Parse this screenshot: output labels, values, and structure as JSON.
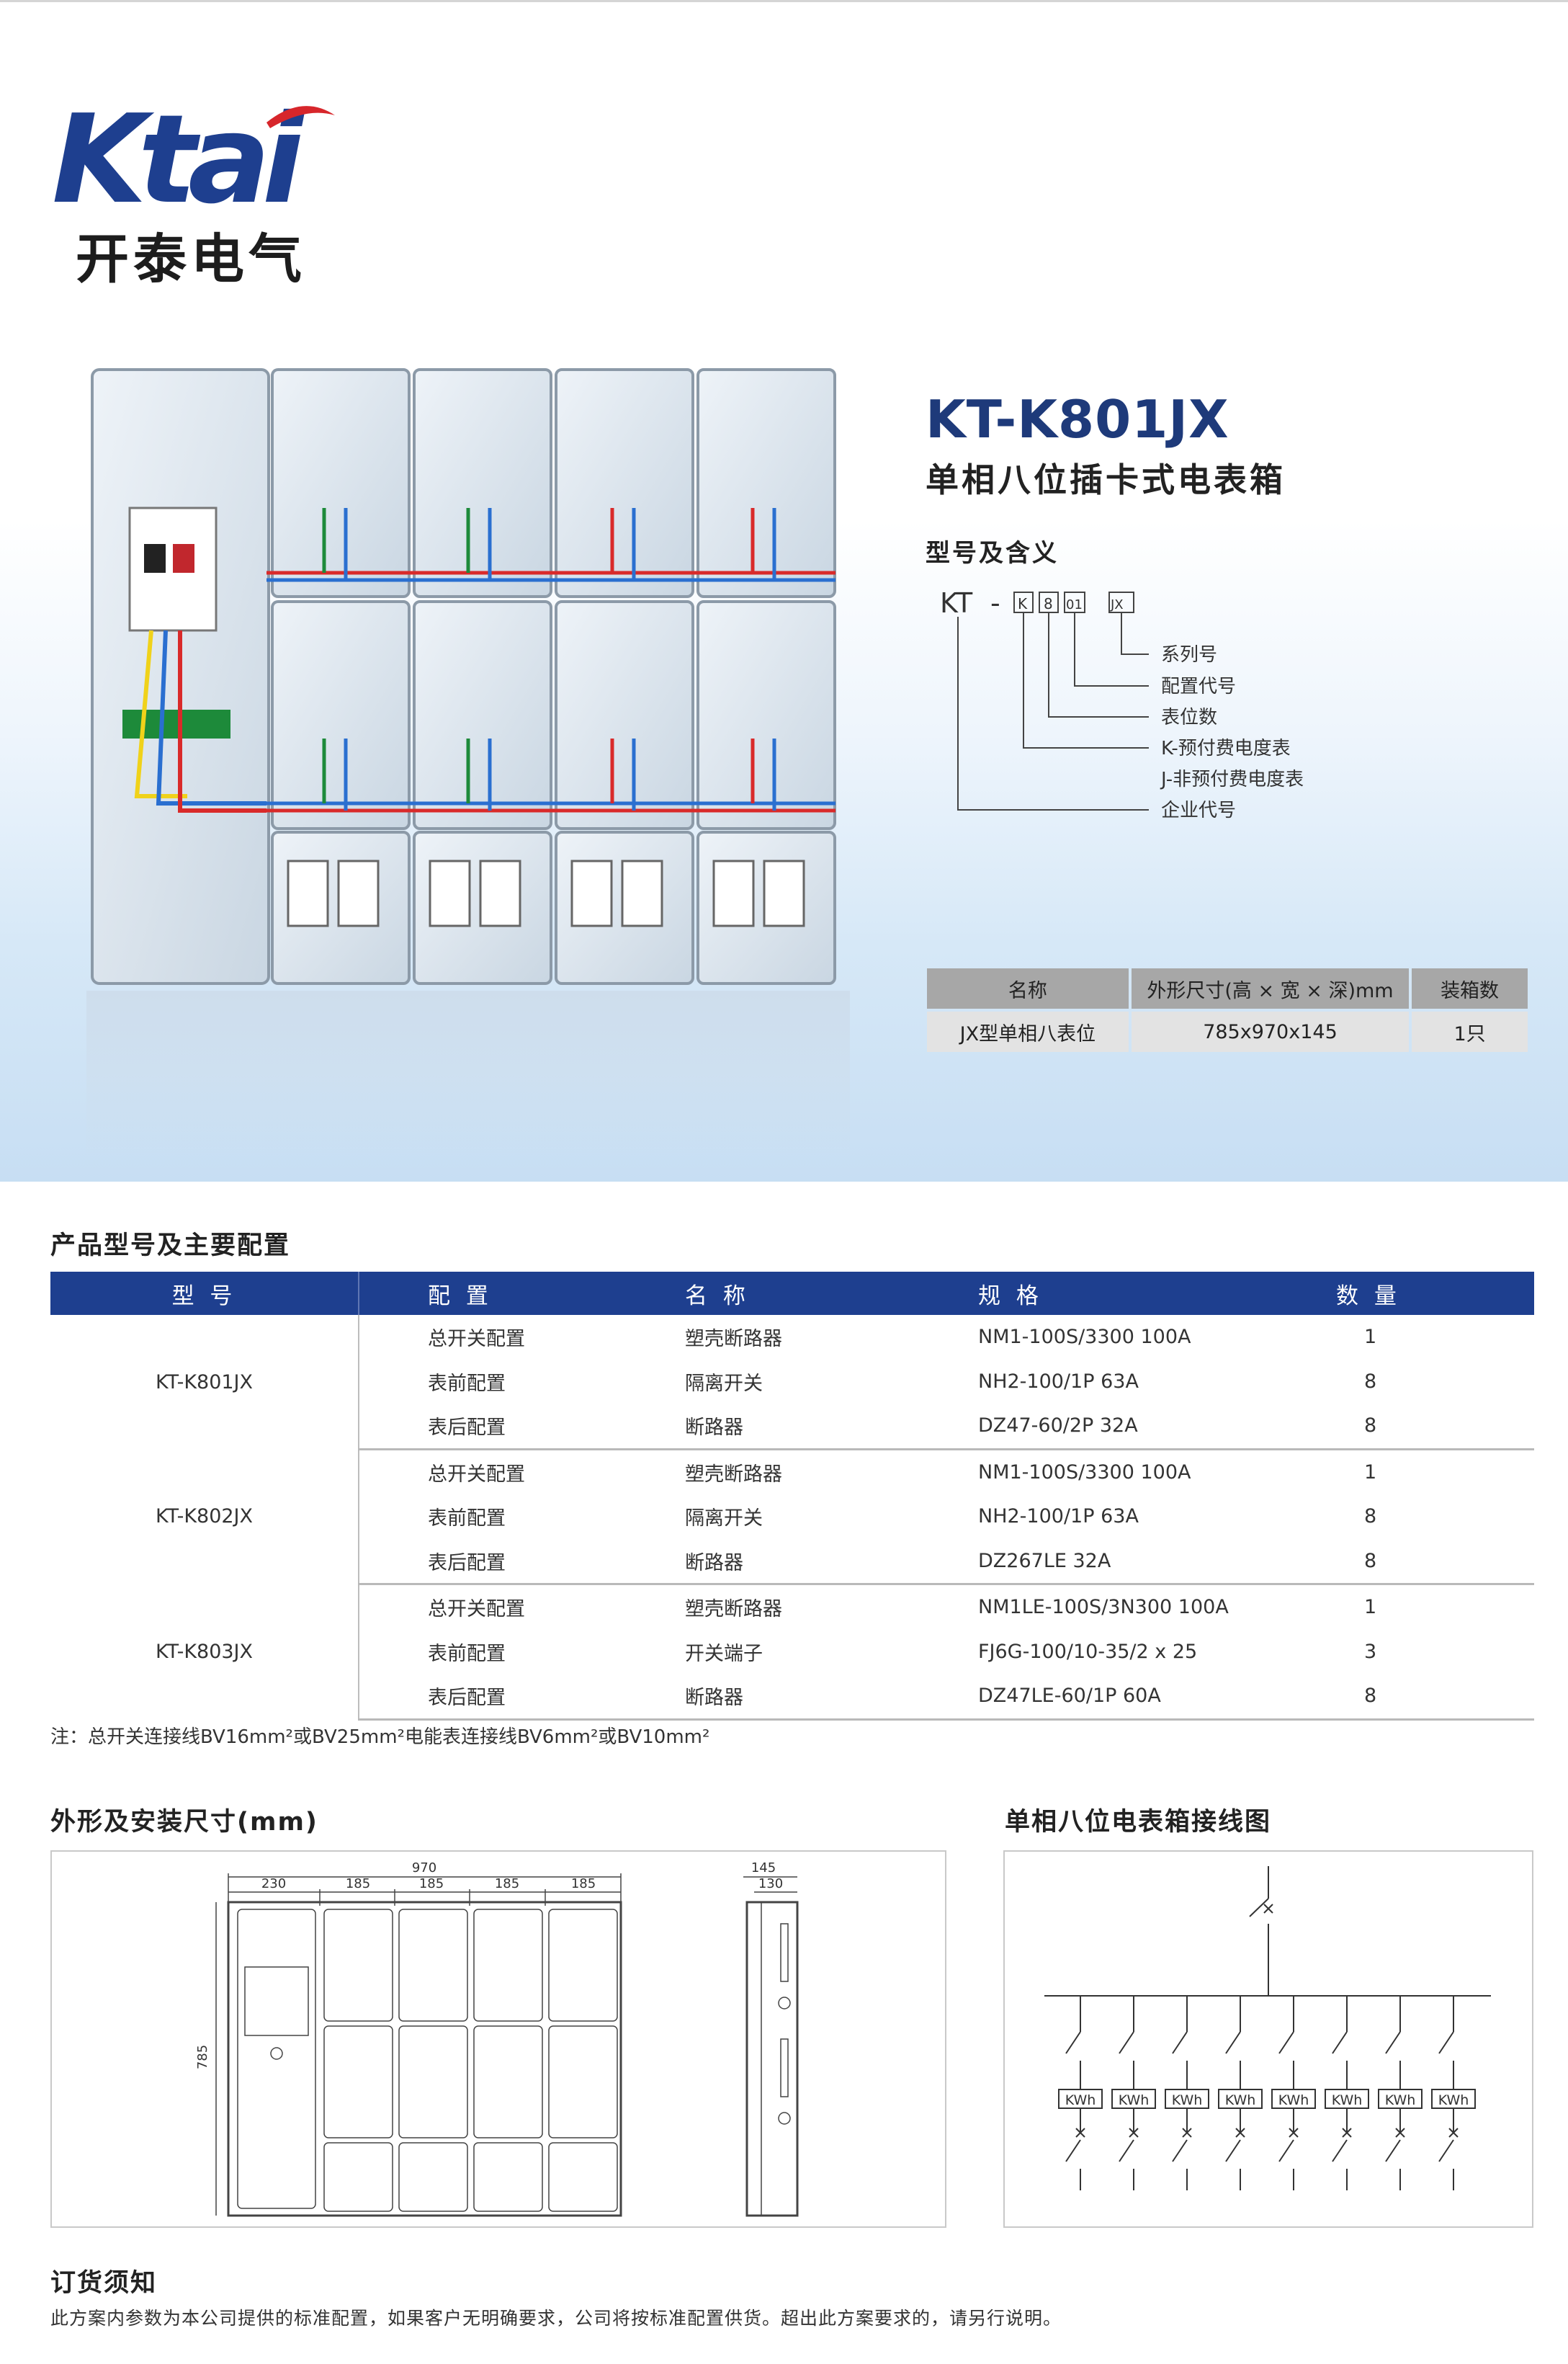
{
  "brand": {
    "logo_text": "Ktai",
    "name_cn": "开泰电气"
  },
  "colors": {
    "brand_blue": "#1e3f8f",
    "title_blue": "#1e3a7a",
    "brand_red": "#d7262b"
  },
  "product": {
    "model": "KT-K801JX",
    "subtitle": "单相八位插卡式电表箱"
  },
  "model_meaning": {
    "title": "型号及含义",
    "code_prefix": "KT",
    "dash": "-",
    "code_boxes": [
      "K",
      "8",
      "01",
      "JX"
    ],
    "legend": [
      "系列号",
      "配置代号",
      "表位数",
      "K-预付费电度表",
      "J-非预付费电度表",
      "企业代号"
    ]
  },
  "spec_table": {
    "headers": [
      "名称",
      "外形尺寸(高 × 宽 × 深)mm",
      "装箱数"
    ],
    "row": [
      "JX型单相八表位",
      "785x970x145",
      "1只"
    ]
  },
  "config_section": {
    "title": "产品型号及主要配置",
    "headers": [
      "型 号",
      "配 置",
      "名 称",
      "规 格",
      "数 量"
    ],
    "groups": [
      {
        "model": "KT-K801JX",
        "rows": [
          [
            "总开关配置",
            "塑壳断路器",
            "NM1-100S/3300 100A",
            "1"
          ],
          [
            "表前配置",
            "隔离开关",
            "NH2-100/1P 63A",
            "8"
          ],
          [
            "表后配置",
            "断路器",
            "DZ47-60/2P 32A",
            "8"
          ]
        ]
      },
      {
        "model": "KT-K802JX",
        "rows": [
          [
            "总开关配置",
            "塑壳断路器",
            "NM1-100S/3300 100A",
            "1"
          ],
          [
            "表前配置",
            "隔离开关",
            "NH2-100/1P 63A",
            "8"
          ],
          [
            "表后配置",
            "断路器",
            "DZ267LE 32A",
            "8"
          ]
        ]
      },
      {
        "model": "KT-K803JX",
        "rows": [
          [
            "总开关配置",
            "塑壳断路器",
            "NM1LE-100S/3N300 100A",
            "1"
          ],
          [
            "表前配置",
            "开关端子",
            "FJ6G-100/10-35/2 x 25",
            "3"
          ],
          [
            "表后配置",
            "断路器",
            "DZ47LE-60/1P 60A",
            "8"
          ]
        ]
      }
    ],
    "note": "注：总开关连接线BV16mm²或BV25mm²电能表连接线BV6mm²或BV10mm²"
  },
  "dimensions": {
    "title": "外形及安装尺寸(mm)",
    "total_width": "970",
    "col_widths": [
      "230",
      "185",
      "185",
      "185",
      "185"
    ],
    "height": "785",
    "depth_outer": "145",
    "depth_inner": "130"
  },
  "wiring": {
    "title": "单相八位电表箱接线图",
    "meter_label": "KWh"
  },
  "order": {
    "title": "订货须知",
    "text": "此方案内参数为本公司提供的标准配置，如果客户无明确要求，公司将按标准配置供货。超出此方案要求的，请另行说明。"
  }
}
